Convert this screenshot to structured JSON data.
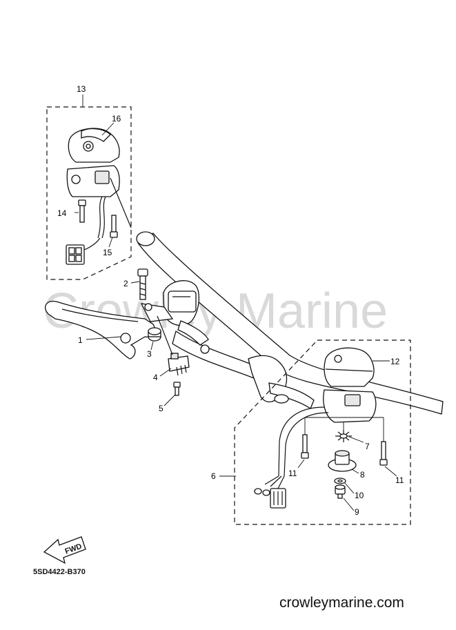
{
  "watermark": "Crowley Marine",
  "footer_url": "crowleymarine.com",
  "diagram_code": "5SD4422-B370",
  "fwd_label": "FWD",
  "callouts": {
    "c1": "1",
    "c2": "2",
    "c3": "3",
    "c4": "4",
    "c5": "5",
    "c6": "6",
    "c7": "7",
    "c8": "8",
    "c9": "9",
    "c10": "10",
    "c11a": "11",
    "c11b": "11",
    "c12": "12",
    "c13": "13",
    "c14": "14",
    "c15": "15",
    "c16": "16"
  }
}
